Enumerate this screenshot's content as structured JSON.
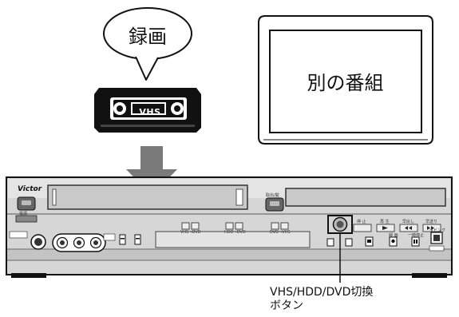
{
  "speech_bubble": {
    "text": "録画"
  },
  "tv_screen": {
    "text": "別の番組"
  },
  "vhs_tape": {
    "label": "VHS"
  },
  "recorder": {
    "brand": "Victor",
    "small_labels": [
      "電源",
      "VHS→DVD",
      "HDD→DVD",
      "DVD→VHS",
      "停 止",
      "再 生",
      "早戻し",
      "早送り",
      "録 画",
      "一時停止",
      "ダビング",
      "取出/開"
    ]
  },
  "callout": {
    "line1": "VHS/HDD/DVD切換",
    "line2": "ボタン"
  }
}
